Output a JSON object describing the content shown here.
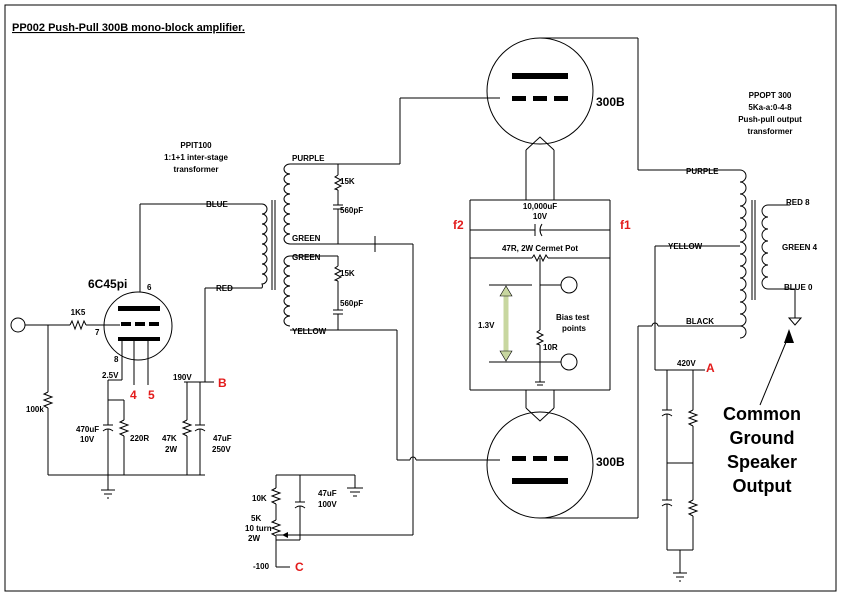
{
  "title": "PP002  Push-Pull 300B mono-block amplifier.",
  "tube_driver": {
    "name": "6C45pi",
    "pin_grid": "7",
    "pin_anode": "6",
    "pin_cathode": "8",
    "pin_h1": "4",
    "pin_h2": "5"
  },
  "tube_out": {
    "top": "300B",
    "bottom": "300B"
  },
  "interstage": {
    "line1": "PPIT100",
    "line2": "1:1+1 inter-stage",
    "line3": "transformer",
    "blue": "BLUE",
    "red": "RED",
    "purple": "PURPLE",
    "green1": "GREEN",
    "green2": "GREEN",
    "yellow": "YELLOW"
  },
  "output_tx": {
    "line1": "PPOPT 300",
    "line2": "5Ka-a:0-4-8",
    "line3": "Push-pull output",
    "line4": "transformer",
    "purple": "PURPLE",
    "yellow": "YELLOW",
    "black": "BLACK",
    "red8": "RED 8",
    "green4": "GREEN 4",
    "blue0": "BLUE 0"
  },
  "parts": {
    "r_1k5": "1K5",
    "r_100k": "100k",
    "c_470u": "470uF",
    "c_470u_v": "10V",
    "r_220": "220R",
    "v_2v5": "2.5V",
    "v_190": "190V",
    "r_47k": "47K",
    "r_47k_w": "2W",
    "c_47u": "47uF",
    "c_47u_v": "250V",
    "r_15k_a": "15K",
    "c_560_a": "560pF",
    "r_15k_b": "15K",
    "c_560_b": "560pF",
    "c_10000": "10,000uF",
    "c_10000_v": "10V",
    "pot": "47R, 2W Cermet Pot",
    "bias1": "Bias test",
    "bias2": "points",
    "v_1v3": "1.3V",
    "r_10r": "10R",
    "v_420": "420V",
    "r_10k": "10K",
    "pot5k_1": "5K",
    "pot5k_2": "10 turn",
    "pot5k_3": "2W",
    "c_47u_b": "47uF",
    "c_47u_b_v": "100V",
    "v_m100": "-100"
  },
  "markers": {
    "f2": "f2",
    "f1": "f1",
    "A": "A",
    "B": "B",
    "C": "C"
  },
  "note": {
    "l1": "Common",
    "l2": "Ground",
    "l3": "Speaker",
    "l4": "Output"
  }
}
